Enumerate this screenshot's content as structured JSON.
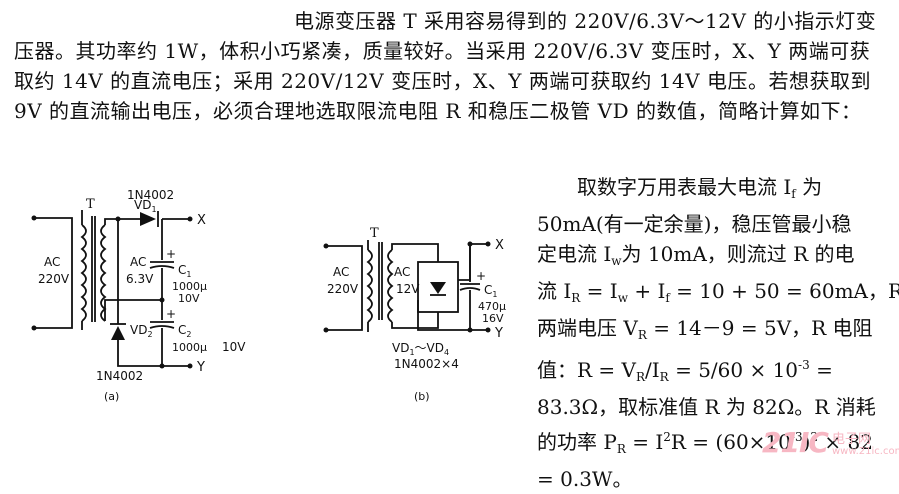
{
  "paragraph": "电源变压器 T 采用容易得到的 220V/6.3V～12V 的小指示灯变压器。其功率约 1W，体积小巧紧凑，质量较好。当采用 220V/6.3V 变压时，X、Y 两端可获取约 14V 的直流电压；采用 220V/12V 变压时，X、Y 两端可获取约 14V 电压。若想获取到 9V 的直流输出电压，必须合理地选取限流电阻 R 和稳压二极管 VD 的数值，简略计算如下：",
  "calc": {
    "l0a": "取数字万用表最大电流 I",
    "l0s": "f",
    "l0b": " 为",
    "l1": "50mA(有一定余量)，稳压管最小稳",
    "l2a": "定电流 I",
    "l2s": "w",
    "l2b": "为 10mA，则流过 R 的电",
    "l3a": "流  I",
    "l3s1": "R",
    "l3b": " = I",
    "l3s2": "w",
    "l3c": " + I",
    "l3s3": "f",
    "l3d": " = 10 + 50 = 60mA，R",
    "l4a": "两端电压 V",
    "l4s1": "R",
    "l4b": " = 14－9 = 5V，R 电阻",
    "l5a": "值：R = V",
    "l5s1": "R",
    "l5b": "/I",
    "l5s2": "R",
    "l5c": " = 5/60 × 10",
    "l5p": "-3",
    "l5d": " =",
    "l6": "83.3Ω，取标准值 R 为 82Ω。R 消耗",
    "l7a": "的功率 P",
    "l7s1": "R",
    "l7b": " = I",
    "l7p1": "2",
    "l7c": "R = (60×10",
    "l7p2": "-3",
    "l7d": ")",
    "l7p3": "2",
    "l7e": " × 82",
    "l8": "= 0.3W。"
  },
  "circuit_a": {
    "t": "T",
    "d1_part": "1N4002",
    "vd1": "VD",
    "vd1_sub": "1",
    "x": "X",
    "y": "Y",
    "ac_in": "AC",
    "ac_in_v": "220V",
    "ac_out": "AC",
    "ac_out_v": "6.3V",
    "c1": "C",
    "c1_sub": "1",
    "c1_val": "1000μ",
    "c1_v": "10V",
    "vd2": "VD",
    "vd2_sub": "2",
    "c2": "C",
    "c2_sub": "2",
    "c2_val": "1000μ",
    "c2_v": "10V",
    "d2_part": "1N4002",
    "caption": "(a)",
    "plus1": "+",
    "plus2": "+"
  },
  "circuit_b": {
    "t": "T",
    "x": "X",
    "y": "Y",
    "ac_in": "AC",
    "ac_in_v": "220V",
    "ac_out": "AC",
    "ac_out_v": "12V",
    "c1": "C",
    "c1_sub": "1",
    "c1_val": "470μ",
    "c1_v": "16V",
    "vd": "VD",
    "vd_sub1": "1",
    "vd_tilde": "～VD",
    "vd_sub2": "4",
    "part": "1N4002×4",
    "caption": "(b)",
    "plus": "+"
  },
  "watermark": {
    "num": "21IC",
    "cn": "电子网",
    "url": "www.21ic.com"
  }
}
